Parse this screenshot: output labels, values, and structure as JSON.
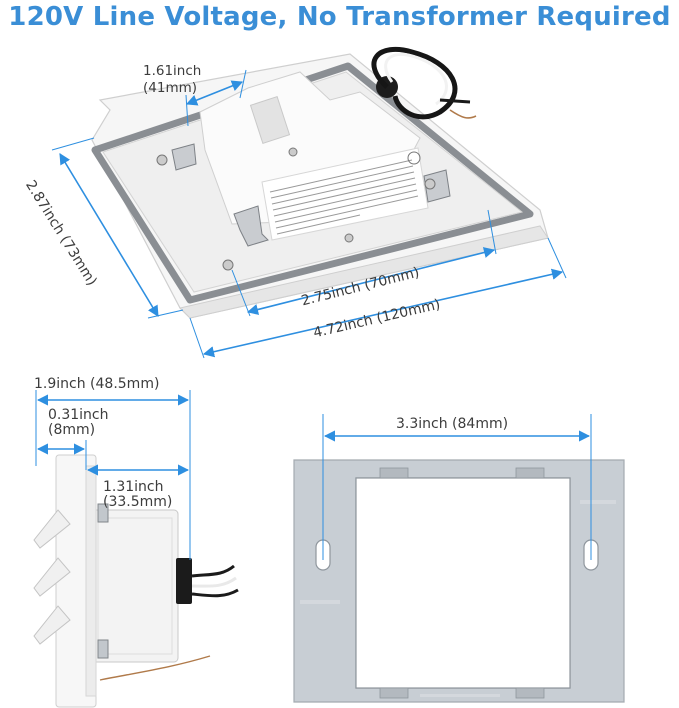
{
  "title": "120V Line Voltage, No Transformer Required",
  "colors": {
    "title": "#3a8ed6",
    "dimension_line": "#2e8fe0",
    "dimension_text": "#3c3c3c",
    "fixture_body": "#f4f4f4",
    "gasket": "#8a8e93",
    "bracket": "#c5cbd1"
  },
  "top_view": {
    "depth_label": "1.61inch\n(41mm)",
    "height_label": "2.87inch (73mm)",
    "inner_width_label": "2.75inch (70mm)",
    "outer_width_label": "4.72inch (120mm)"
  },
  "side_view": {
    "total_depth_label": "1.9inch (48.5mm)",
    "faceplate_label_line1": "0.31inch",
    "faceplate_label_line2": "(8mm)",
    "housing_label_line1": "1.31inch",
    "housing_label_line2": "(33.5mm)"
  },
  "bracket_view": {
    "width_label": "3.3inch (84mm)"
  }
}
